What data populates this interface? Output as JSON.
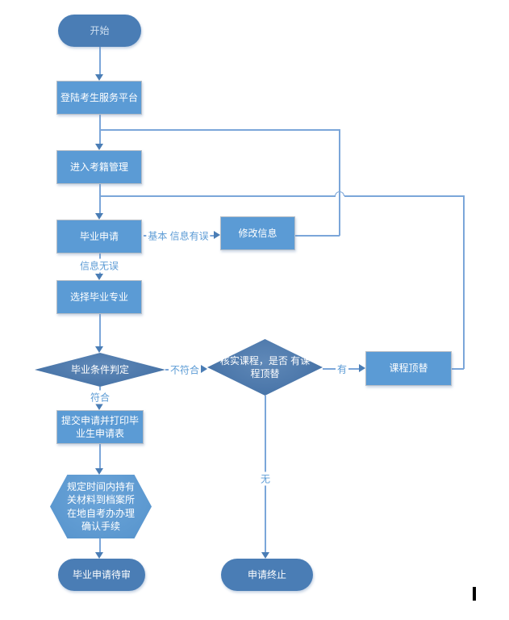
{
  "colors": {
    "terminator_fill": "#4a7db5",
    "process_fill": "#5b9bd5",
    "process_border": "#b7bec6",
    "decision_fill": "#4575ac",
    "hexagon_fill": "#5ب9bd5",
    "line": "#7ba6d9",
    "arrow": "#4a7db5",
    "label_text": "#5b9bd5"
  },
  "nodes": {
    "start": {
      "label": "开始"
    },
    "login": {
      "label": "登陆考生服务平台"
    },
    "enter": {
      "label": "进入考籍管理"
    },
    "apply": {
      "label": "毕业申请"
    },
    "modify": {
      "label": "修改信息"
    },
    "choose": {
      "label": "选择毕业专业"
    },
    "judge": {
      "label": "毕业条件判定"
    },
    "verify": {
      "label": "核实课程，是否 有课程顶替"
    },
    "replace": {
      "label": "课程顶替"
    },
    "submit": {
      "label": "提交申请并打印毕业生申请表"
    },
    "confirm": {
      "label": "规定时间内持有关材料到档案所在地自考办办理确认手续"
    },
    "pending": {
      "label": "毕业申请待审"
    },
    "terminate": {
      "label": "申请终止"
    }
  },
  "edge_labels": {
    "info_error": "基本 信息有误",
    "info_ok": "信息无误",
    "not_meet": "不符合",
    "meet": "符合",
    "has": "有",
    "none": "无"
  }
}
